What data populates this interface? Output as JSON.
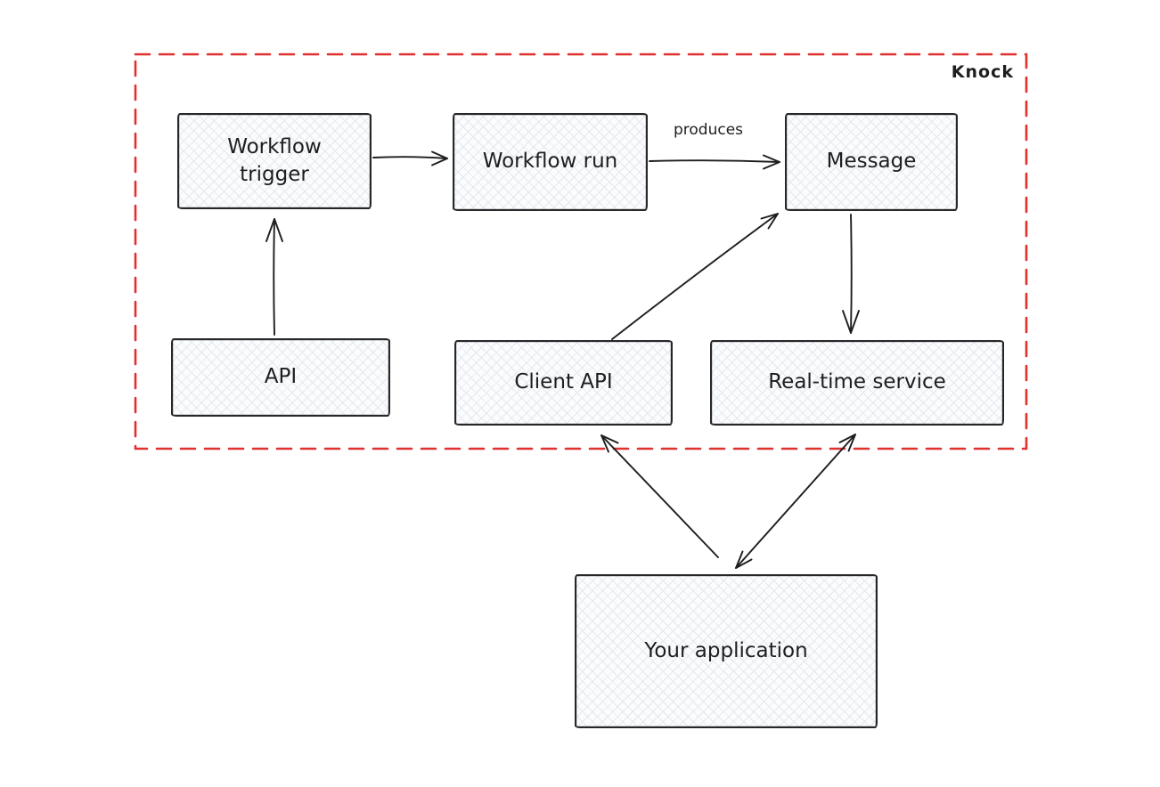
{
  "diagram": {
    "group": {
      "label": "Knock",
      "border_color": "#e03131"
    },
    "nodes": {
      "workflow_trigger": "Workflow trigger",
      "workflow_run": "Workflow run",
      "message": "Message",
      "api": "API",
      "client_api": "Client API",
      "real_time_service": "Real-time service",
      "your_application": "Your application"
    },
    "edges": [
      {
        "from": "Workflow trigger",
        "to": "Workflow run",
        "label": "",
        "direction": "one-way"
      },
      {
        "from": "Workflow run",
        "to": "Message",
        "label": "produces",
        "direction": "one-way"
      },
      {
        "from": "API",
        "to": "Workflow trigger",
        "label": "",
        "direction": "one-way"
      },
      {
        "from": "Client API",
        "to": "Message",
        "label": "",
        "direction": "one-way"
      },
      {
        "from": "Message",
        "to": "Real-time service",
        "label": "",
        "direction": "one-way"
      },
      {
        "from": "Your application",
        "to": "Client API",
        "label": "",
        "direction": "one-way"
      },
      {
        "from": "Real-time service",
        "to": "Your application",
        "label": "",
        "direction": "two-way"
      }
    ],
    "colors": {
      "node_border": "#27272a",
      "node_fill": "#fbfcfd",
      "hatch": "#e4e8ed",
      "arrow": "#1e1e1e",
      "text": "#1e1e1e",
      "group_border": "#e03131"
    }
  }
}
